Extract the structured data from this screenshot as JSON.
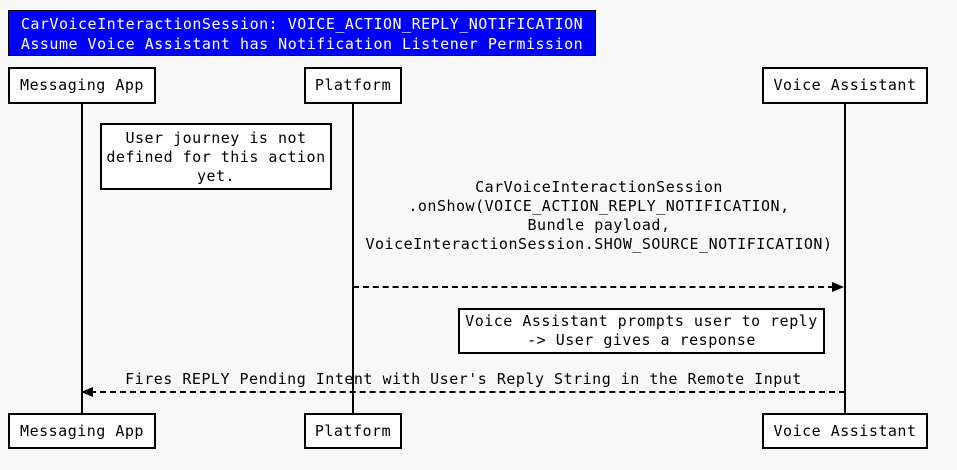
{
  "title": {
    "lines": [
      "CarVoiceInteractionSession: VOICE_ACTION_REPLY_NOTIFICATION",
      "Assume Voice Assistant has Notification Listener Permission"
    ],
    "bg_color": "#0000ff",
    "text_color": "#ffffff"
  },
  "actors": [
    {
      "label": "Messaging App"
    },
    {
      "label": "Platform"
    },
    {
      "label": "Voice Assistant"
    }
  ],
  "notes": [
    {
      "lines": [
        "User journey is not",
        "defined for this action",
        "yet."
      ]
    },
    {
      "lines": [
        "Voice Assistant prompts user to reply",
        "-> User gives a response"
      ]
    }
  ],
  "messages": [
    {
      "from": "Platform",
      "to": "Voice Assistant",
      "direction": "right",
      "arrow_style": "dashed",
      "lines": [
        "CarVoiceInteractionSession",
        ".onShow(VOICE_ACTION_REPLY_NOTIFICATION,",
        "Bundle payload,",
        "VoiceInteractionSession.SHOW_SOURCE_NOTIFICATION)"
      ]
    },
    {
      "from": "Voice Assistant",
      "to": "Messaging App",
      "direction": "left",
      "arrow_style": "dashed",
      "lines": [
        "Fires REPLY Pending Intent with User's Reply String in the Remote Input"
      ]
    }
  ],
  "colors": {
    "page_bg": "#f8f8f8",
    "box_bg": "#ffffff",
    "line": "#000000",
    "text": "#000000"
  }
}
